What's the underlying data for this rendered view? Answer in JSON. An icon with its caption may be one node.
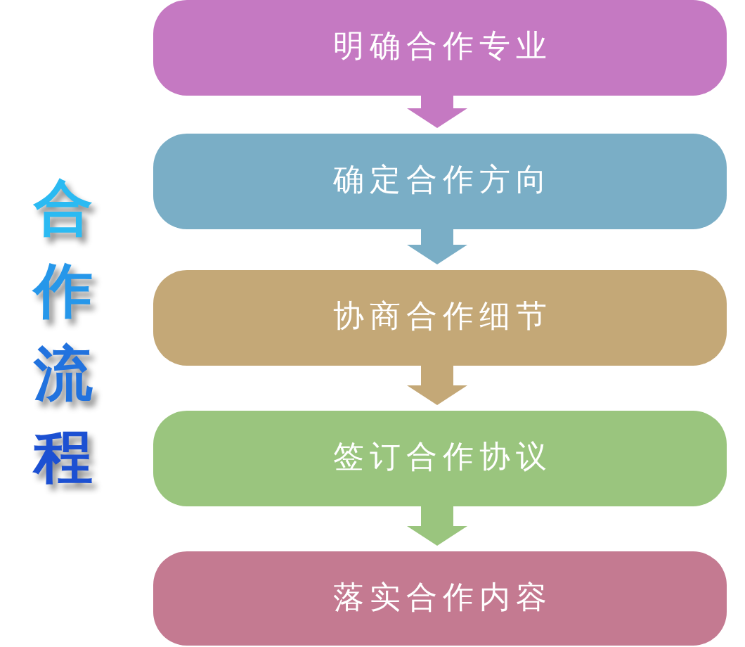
{
  "diagram": {
    "title": "合作流程",
    "nodes": [
      {
        "text": [
          "明确合作专业"
        ]
      },
      {
        "text": [
          "确定合作方向"
        ]
      },
      {
        "text": [
          "协商合作细节"
        ]
      },
      {
        "text": [
          "签订合作协议"
        ]
      },
      {
        "text": [
          "落实合作内容"
        ]
      }
    ],
    "edges": [
      {
        "from": 0,
        "to": 1,
        "arrow": "to",
        "color": "#c579c2"
      },
      {
        "from": 1,
        "to": 2,
        "arrow": "to",
        "color": "#7aaec6"
      },
      {
        "from": 2,
        "to": 3,
        "arrow": "to",
        "color": "#c4a877"
      },
      {
        "from": 3,
        "to": 4,
        "arrow": "to",
        "color": "#9ac57e"
      }
    ]
  }
}
